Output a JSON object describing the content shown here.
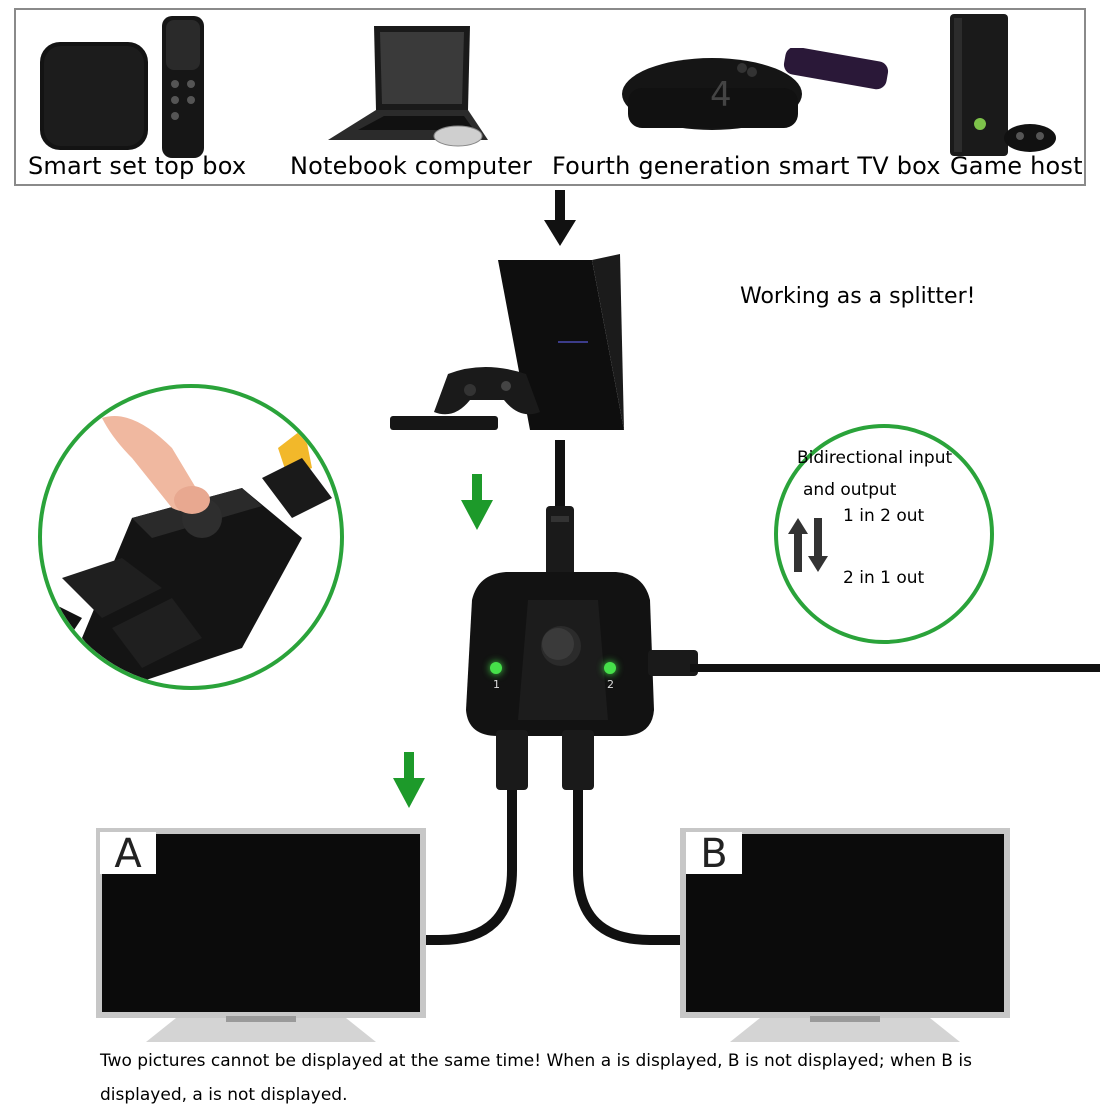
{
  "sources": {
    "items": [
      {
        "label": "Smart set top box",
        "icon": "set-top-box-icon"
      },
      {
        "label": "Notebook computer",
        "icon": "laptop-icon"
      },
      {
        "label": "Fourth generation smart TV box",
        "icon": "tv-box-icon"
      },
      {
        "label": "Game host",
        "icon": "game-console-icon"
      }
    ]
  },
  "headline": "Working as a splitter!",
  "info": {
    "line1": "Bidirectional input",
    "line2": "and output",
    "mode1": "1 in 2 out",
    "mode2": "2 in 1 out"
  },
  "switch": {
    "port1": "1",
    "port2": "2",
    "led_color": "#46e04a"
  },
  "screens": {
    "a_label": "A",
    "b_label": "B"
  },
  "footer": "Two pictures cannot be displayed at the same time! When a is displayed, B is not displayed; when B is displayed, a is not displayed.",
  "colors": {
    "accent_green": "#2aa33a",
    "arrow_green": "#1d9a2a",
    "device_black": "#111111"
  }
}
